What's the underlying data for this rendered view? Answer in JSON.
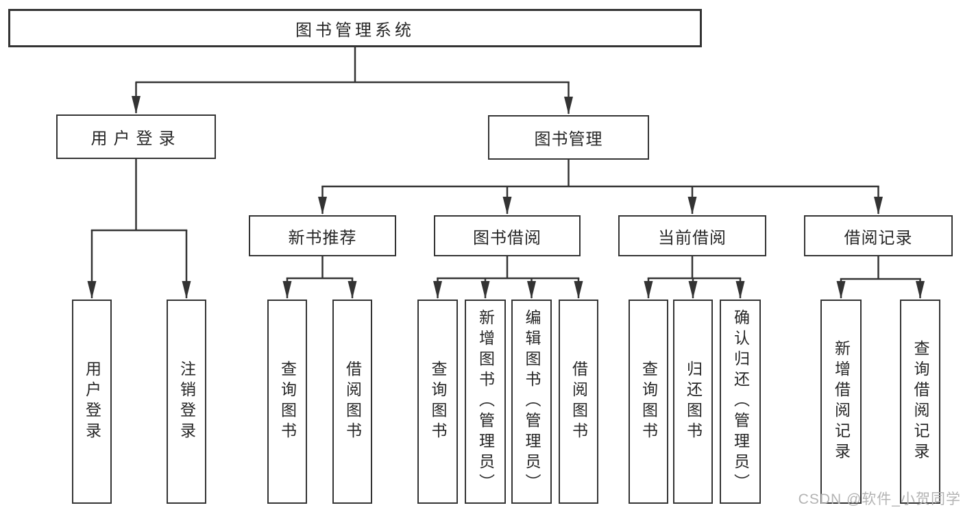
{
  "diagram_title": "图书管理系统",
  "watermark": "CSDN @软件_小贺同学",
  "colors": {
    "line": "#333333",
    "text": "#262626",
    "box_background": "#ffffff",
    "watermark": "#b3b3b3"
  },
  "nodes": {
    "root": "图书管理系统",
    "user_login": "用户登录",
    "book_management": "图书管理",
    "new_book_recommendation": "新书推荐",
    "book_borrowing": "图书借阅",
    "current_borrowing": "当前借阅",
    "borrowing_records": "借阅记录",
    "leaf_user_login": "用户登录",
    "leaf_logout": "注销登录",
    "leaf_query_books_recommend": "查询图书",
    "leaf_borrow_books_recommend": "借阅图书",
    "leaf_query_books_borrowing": "查询图书",
    "leaf_add_books_admin": "新增图书（管理员）",
    "leaf_edit_books_admin": "编辑图书（管理员）",
    "leaf_borrow_books": "借阅图书",
    "leaf_query_books_current": "查询图书",
    "leaf_return_books": "归还图书",
    "leaf_confirm_return_admin": "确认归还（管理员）",
    "leaf_add_borrow_record": "新增借阅记录",
    "leaf_query_borrow_record": "查询借阅记录"
  }
}
